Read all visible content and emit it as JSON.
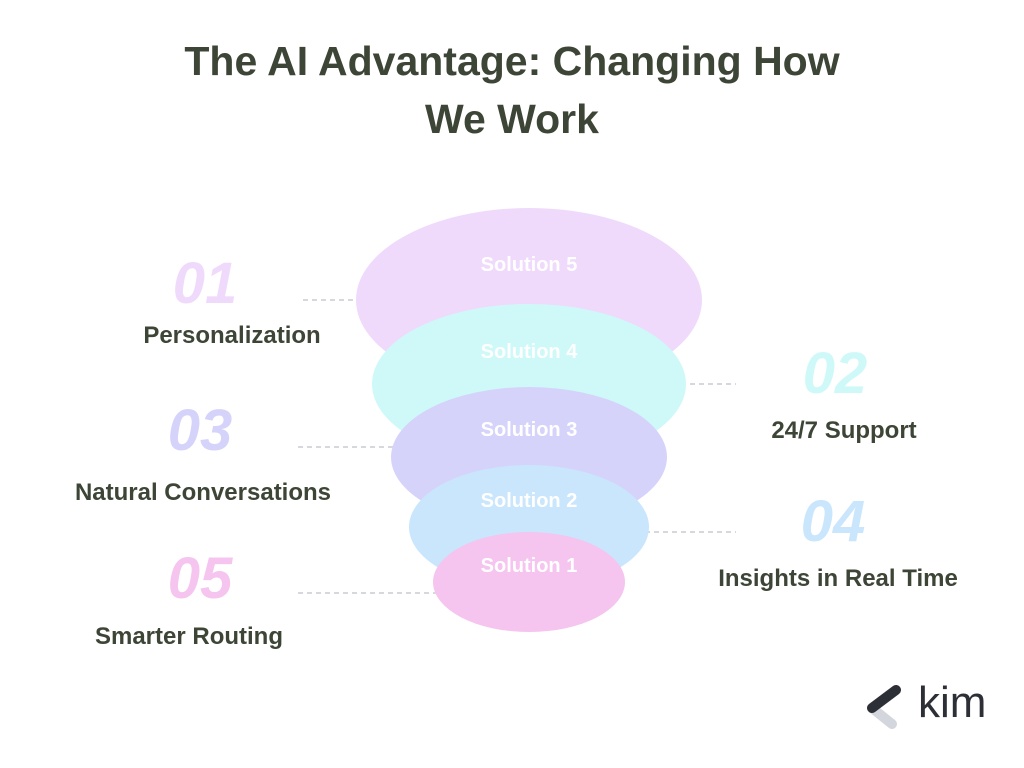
{
  "title_line1": "The AI Advantage: Changing How",
  "title_line2": "We Work",
  "solutions": [
    "Solution 5",
    "Solution 4",
    "Solution 3",
    "Solution 2",
    "Solution 1"
  ],
  "items": [
    {
      "num": "01",
      "label": "Personalization",
      "color": "#efdafc"
    },
    {
      "num": "02",
      "label": "24/7 Support",
      "color": "#cff9f8"
    },
    {
      "num": "03",
      "label": "Natural Conversations",
      "color": "#d6d3fb"
    },
    {
      "num": "04",
      "label": "Insights in Real Time",
      "color": "#c9e6fd"
    },
    {
      "num": "05",
      "label": "Smarter Routing",
      "color": "#f5c4ef"
    }
  ],
  "logo": "kim"
}
